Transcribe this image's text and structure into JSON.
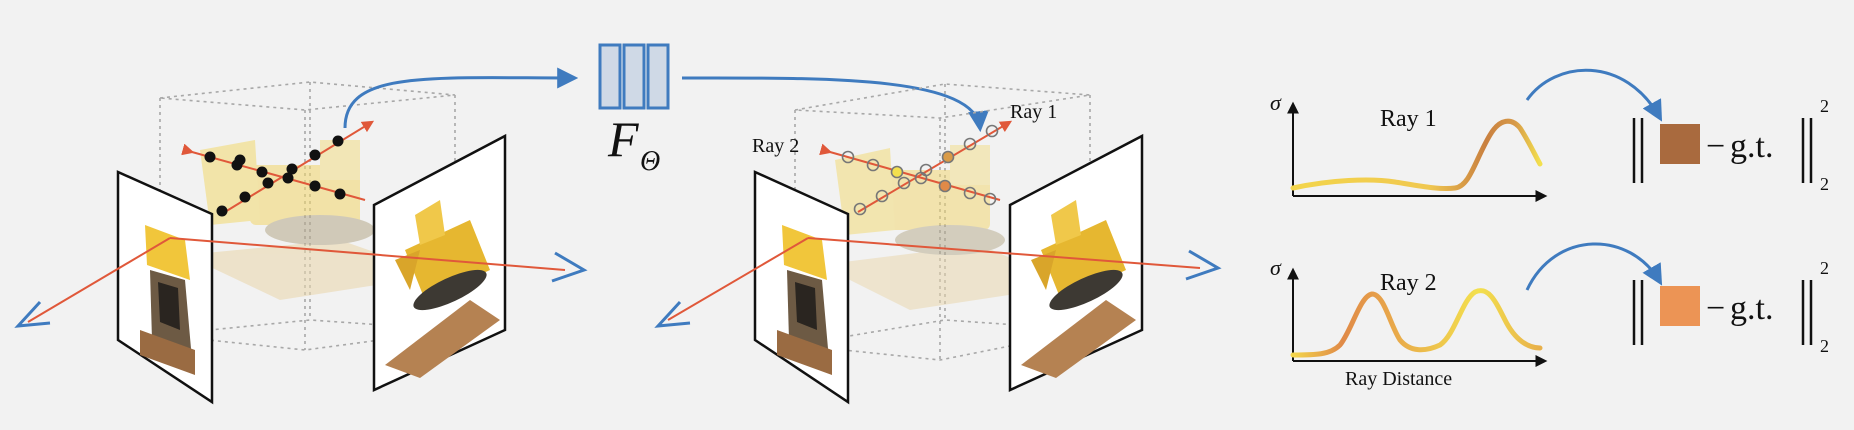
{
  "network": {
    "symbol": "F",
    "subscript": "Θ"
  },
  "center_scene": {
    "ray1_label": "Ray 1",
    "ray2_label": "Ray 2"
  },
  "plots": [
    {
      "title": "Ray 1",
      "y_axis_label": "σ",
      "x_axis_label": ""
    },
    {
      "title": "Ray 2",
      "y_axis_label": "σ",
      "x_axis_label": "Ray Distance"
    }
  ],
  "loss_terms": [
    {
      "swatch_color": "#a96a3e",
      "minus": "−",
      "target": "g.t.",
      "superscript": "2",
      "subscript": "2"
    },
    {
      "swatch_color": "#ec9455",
      "minus": "−",
      "target": "g.t.",
      "superscript": "2",
      "subscript": "2"
    }
  ],
  "colors": {
    "arrow_blue": "#3f7bbf",
    "ray_red": "#e0583a",
    "curve_yellow": "#f3d54b",
    "curve_orange": "#e08a48",
    "network_fill": "#cfd9e6",
    "network_stroke": "#3f7bbf"
  }
}
